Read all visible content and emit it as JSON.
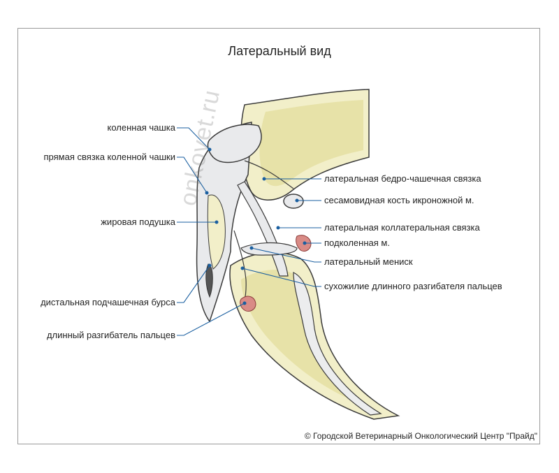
{
  "title": "Латеральный вид",
  "labels_left": [
    {
      "id": "patella",
      "text": "коленная чашка"
    },
    {
      "id": "patellar-ligament",
      "text": "прямая связка коленной чашки"
    },
    {
      "id": "fat-pad",
      "text": "жировая подушка"
    },
    {
      "id": "bursa",
      "text": "дистальная подчашечная бурса"
    },
    {
      "id": "long-digital-extensor",
      "text": "длинный разгибатель пальцев"
    }
  ],
  "labels_right": [
    {
      "id": "femoropatellar-ligament",
      "text": "латеральная бедро-чашечная связка"
    },
    {
      "id": "sesamoid",
      "text": "сесамовидная кость икроножной м."
    },
    {
      "id": "collateral-ligament",
      "text": "латеральная коллатеральная связка"
    },
    {
      "id": "popliteus",
      "text": "подколенная м."
    },
    {
      "id": "meniscus",
      "text": "латеральный мениск"
    },
    {
      "id": "extensor-tendon",
      "text": "сухожилие длинного разгибателя пальцев"
    }
  ],
  "copyright": "© Городской Ветеринарный Онкологический Центр \"Прайд\"",
  "watermark": "onkovet.ru",
  "colors": {
    "bone": "#f2efc9",
    "bone_shade": "#e7e2a8",
    "ligament": "#e9eaec",
    "outline": "#3a3a3a",
    "leader": "#1a5fa0",
    "muscle": "#d98b86"
  }
}
